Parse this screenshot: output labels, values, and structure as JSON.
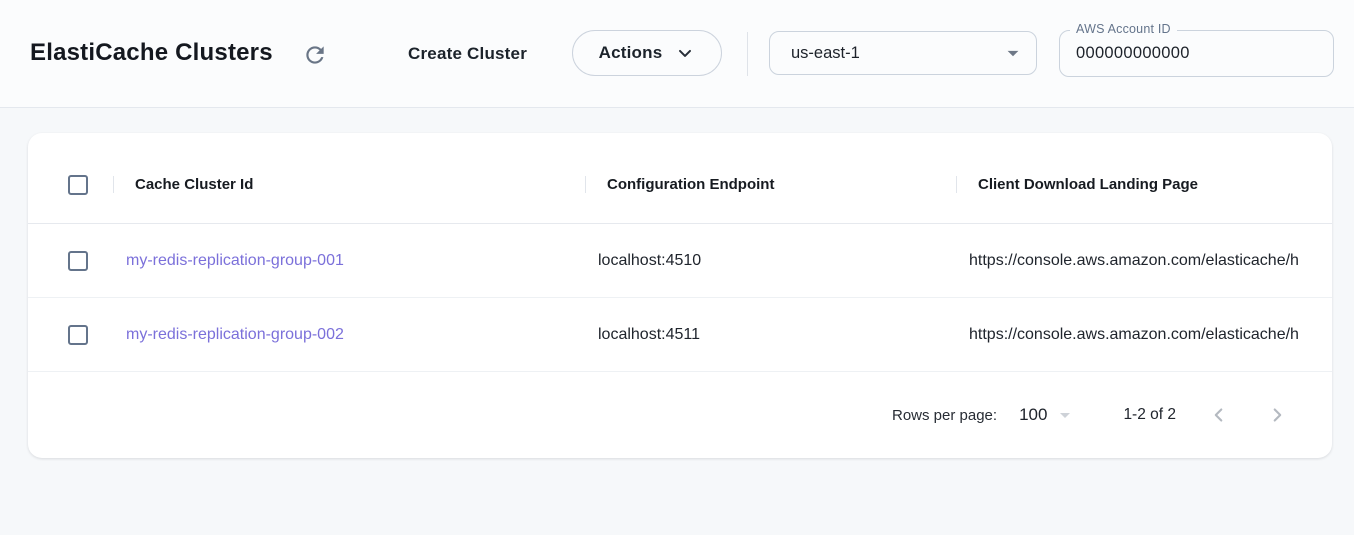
{
  "header": {
    "title": "ElastiCache Clusters",
    "create_cluster_label": "Create Cluster",
    "actions_label": "Actions",
    "region": {
      "selected": "us-east-1"
    },
    "account_field": {
      "label": "AWS Account ID",
      "value": "000000000000"
    }
  },
  "table": {
    "columns": [
      "Cache Cluster Id",
      "Configuration Endpoint",
      "Client Download Landing Page"
    ],
    "rows": [
      {
        "cache_cluster_id": "my-redis-replication-group-001",
        "configuration_endpoint": "localhost:4510",
        "client_download_landing_page": "https://console.aws.amazon.com/elasticache/h"
      },
      {
        "cache_cluster_id": "my-redis-replication-group-002",
        "configuration_endpoint": "localhost:4511",
        "client_download_landing_page": "https://console.aws.amazon.com/elasticache/h"
      }
    ]
  },
  "pagination": {
    "rows_per_page_label": "Rows per page:",
    "rows_per_page_value": "100",
    "range_label": "1-2 of 2"
  },
  "colors": {
    "link": "#7b70da",
    "header_background": "#fbfcfd",
    "page_background": "#f6f8fa",
    "checkbox_border": "#64748b"
  }
}
